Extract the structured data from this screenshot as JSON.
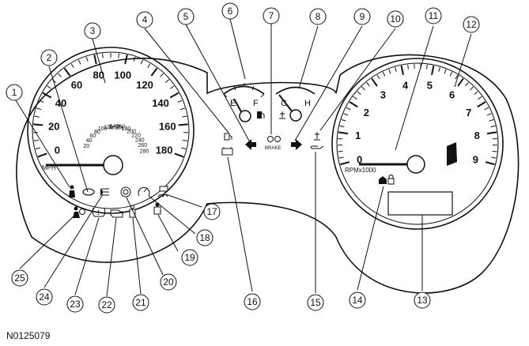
{
  "document_id": "N0125079",
  "speedometer": {
    "ticks": [
      "0",
      "20",
      "40",
      "60",
      "80",
      "100",
      "120",
      "140",
      "160",
      "180"
    ],
    "unit": "MPH",
    "inner_unit": "km/h",
    "inner_ticks": [
      "20",
      "40",
      "60",
      "80",
      "100",
      "120",
      "140",
      "160",
      "180",
      "200",
      "220",
      "240",
      "260",
      "280"
    ]
  },
  "tachometer": {
    "ticks": [
      "0",
      "1",
      "2",
      "3",
      "4",
      "5",
      "6",
      "7",
      "8",
      "9"
    ],
    "unit": "RPMx1000"
  },
  "fuel_gauge": {
    "empty": "E",
    "full": "F"
  },
  "temp_gauge": {
    "cold": "C",
    "hot": "H"
  },
  "brake_label": "BRAKE",
  "callouts": [
    "1",
    "2",
    "3",
    "4",
    "5",
    "6",
    "7",
    "8",
    "9",
    "10",
    "11",
    "12",
    "13",
    "14",
    "15",
    "16",
    "17",
    "18",
    "19",
    "20",
    "21",
    "22",
    "23",
    "24",
    "25"
  ]
}
